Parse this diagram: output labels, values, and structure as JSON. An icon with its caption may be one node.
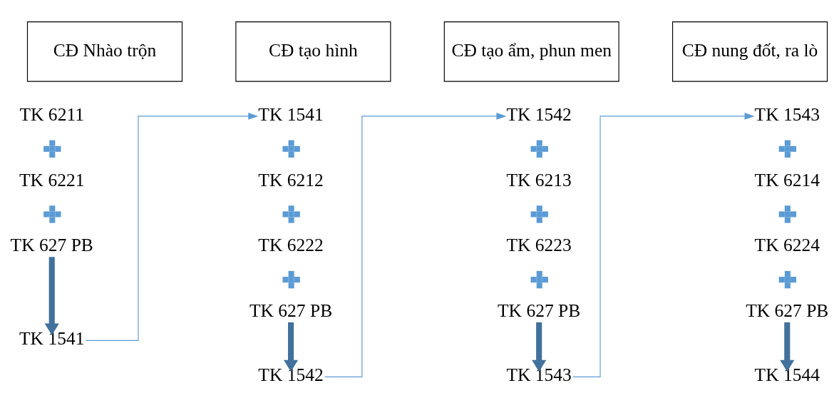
{
  "diagram": {
    "nodes": [
      {
        "text": [
          "CĐ Nhào trộn"
        ]
      },
      {
        "text": [
          "CĐ tạo hình"
        ]
      },
      {
        "text": [
          "CĐ tạo ẩm, phun men"
        ]
      },
      {
        "text": [
          "CĐ nung đốt, ra lò"
        ]
      },
      {
        "text": [
          "TK 6211"
        ]
      },
      {
        "text": [],
        "shape": "plus"
      },
      {
        "text": [
          "TK 6221"
        ]
      },
      {
        "text": [],
        "shape": "plus"
      },
      {
        "text": [
          "TK 627 PB"
        ]
      },
      {
        "text": [
          "TK 1541"
        ]
      },
      {
        "text": [
          "TK 1541"
        ]
      },
      {
        "text": [],
        "shape": "plus"
      },
      {
        "text": [
          "TK 6212"
        ]
      },
      {
        "text": [],
        "shape": "plus"
      },
      {
        "text": [
          "TK 6222"
        ]
      },
      {
        "text": [],
        "shape": "plus"
      },
      {
        "text": [
          "TK 627 PB"
        ]
      },
      {
        "text": [
          "TK 1542"
        ]
      },
      {
        "text": [
          "TK 1542"
        ]
      },
      {
        "text": [],
        "shape": "plus"
      },
      {
        "text": [
          "TK 6213"
        ]
      },
      {
        "text": [],
        "shape": "plus"
      },
      {
        "text": [
          "TK 6223"
        ]
      },
      {
        "text": [],
        "shape": "plus"
      },
      {
        "text": [
          "TK 627 PB"
        ]
      },
      {
        "text": [
          "TK 1543"
        ]
      },
      {
        "text": [
          "TK 1543"
        ]
      },
      {
        "text": [],
        "shape": "plus"
      },
      {
        "text": [
          "TK 6214"
        ]
      },
      {
        "text": [],
        "shape": "plus"
      },
      {
        "text": [
          "TK 6224"
        ]
      },
      {
        "text": [],
        "shape": "plus"
      },
      {
        "text": [
          "TK 627 PB"
        ]
      },
      {
        "text": [
          "TK 1544"
        ]
      }
    ],
    "edges": [
      {
        "from": 8,
        "to": 9,
        "arrow": "to"
      },
      {
        "from": 9,
        "to": 10,
        "arrow": "to",
        "color": "#5b9bd5"
      },
      {
        "from": 16,
        "to": 17,
        "arrow": "to"
      },
      {
        "from": 17,
        "to": 18,
        "arrow": "to",
        "color": "#5b9bd5"
      },
      {
        "from": 24,
        "to": 25,
        "arrow": "to"
      },
      {
        "from": 25,
        "to": 26,
        "arrow": "to",
        "color": "#5b9bd5"
      },
      {
        "from": 32,
        "to": 33,
        "arrow": "to"
      }
    ]
  }
}
